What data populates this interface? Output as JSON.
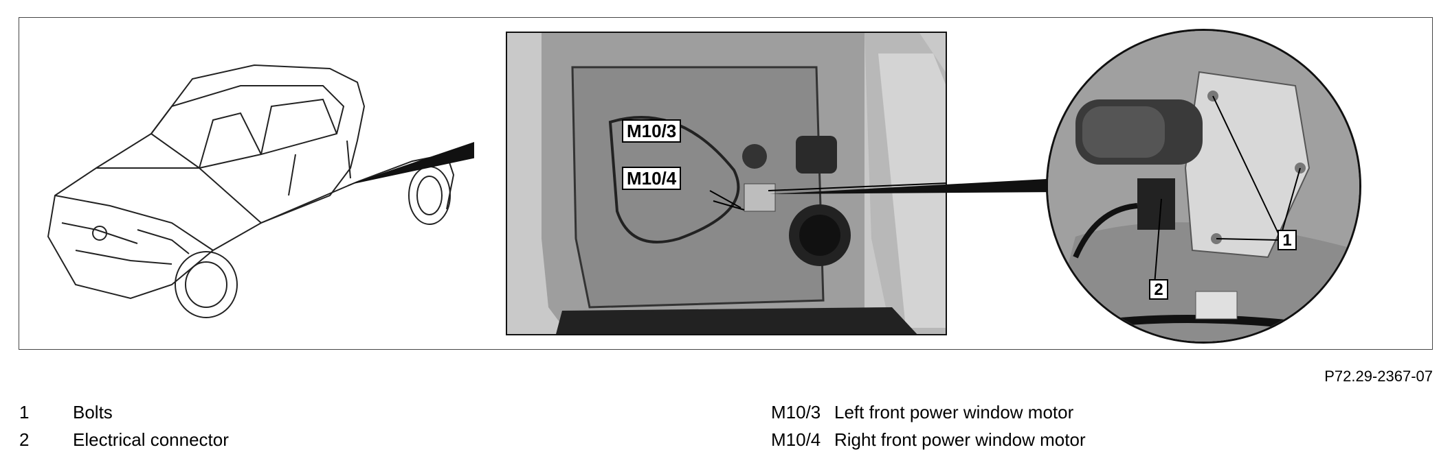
{
  "figure_code": "P72.29-2367-07",
  "callouts": {
    "m10_3": "M10/3",
    "m10_4": "M10/4",
    "n1": "1",
    "n2": "2"
  },
  "legend_left": [
    {
      "key": "1",
      "text": "Bolts"
    },
    {
      "key": "2",
      "text": "Electrical connector"
    }
  ],
  "legend_right": [
    {
      "key": "M10/3",
      "text": "Left front power window motor"
    },
    {
      "key": "M10/4",
      "text": "Right front power window motor"
    }
  ]
}
